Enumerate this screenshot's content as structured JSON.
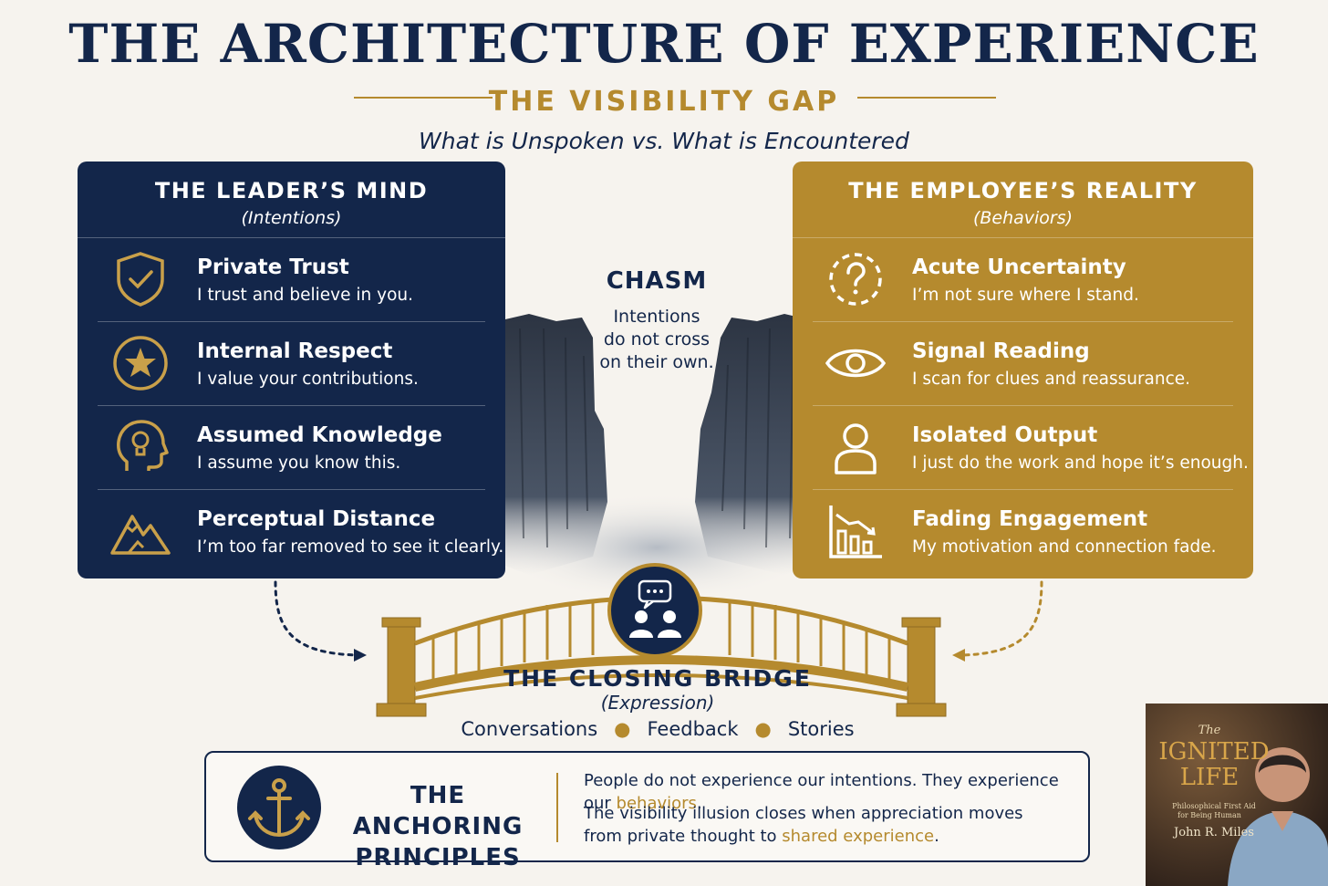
{
  "header": {
    "title": "THE ARCHITECTURE OF EXPERIENCE",
    "subtitle": "THE VISIBILITY GAP",
    "tagline": "What is Unspoken vs. What is Encountered"
  },
  "leader": {
    "title": "THE LEADER’S MIND",
    "subtitle": "(Intentions)",
    "items": [
      {
        "icon": "shield-check-icon",
        "title": "Private Trust",
        "desc": "I trust and believe in you."
      },
      {
        "icon": "star-circle-icon",
        "title": "Internal Respect",
        "desc": "I value your contributions."
      },
      {
        "icon": "head-lightbulb-icon",
        "title": "Assumed Knowledge",
        "desc": "I assume you know this."
      },
      {
        "icon": "mountains-icon",
        "title": "Perceptual Distance",
        "desc": "I’m too far removed to see it clearly."
      }
    ]
  },
  "employee": {
    "title": "THE EMPLOYEE’S REALITY",
    "subtitle": "(Behaviors)",
    "items": [
      {
        "icon": "question-circle-icon",
        "title": "Acute Uncertainty",
        "desc": "I’m not sure where I stand."
      },
      {
        "icon": "eye-icon",
        "title": "Signal Reading",
        "desc": "I scan for clues and reassurance."
      },
      {
        "icon": "person-icon",
        "title": "Isolated Output",
        "desc": "I just do the work and hope it’s enough."
      },
      {
        "icon": "declining-chart-icon",
        "title": "Fading Engagement",
        "desc": "My motivation and connection fade."
      }
    ]
  },
  "chasm": {
    "title": "CHASM",
    "line1": "Intentions",
    "line2": "do not cross",
    "line3": "on their own."
  },
  "bridge": {
    "title": "THE CLOSING BRIDGE",
    "subtitle": "(Expression)",
    "items": [
      "Conversations",
      "Feedback",
      "Stories"
    ]
  },
  "anchoring": {
    "label_line1": "THE ANCHORING",
    "label_line2": "PRINCIPLES",
    "p1_a": "People do not experience our intentions. They experience our ",
    "p1_hl": "behaviors",
    "p1_b": ".",
    "p2_a": "The visibility illusion closes when appreciation moves",
    "p2_b": "from private thought to ",
    "p2_hl": "shared experience",
    "p2_c": "."
  },
  "book": {
    "line1": "The",
    "line2": "IGNITED",
    "line3": "LIFE",
    "subtitle1": "Philosophical First Aid",
    "subtitle2": "for Being Human",
    "author": "John R. Miles"
  },
  "colors": {
    "navy": "#13264a",
    "gold": "#b58a2e",
    "background": "#f6f3ee"
  }
}
